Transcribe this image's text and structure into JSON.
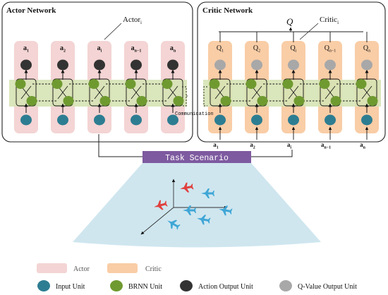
{
  "colors": {
    "actor_column": "#f4d4d4",
    "critic_column": "#f9cda6",
    "brnn_band": "#d6e3b5",
    "input_unit": "#2d7d92",
    "brnn_unit": "#6f9a30",
    "action_output": "#333333",
    "q_output": "#a8a8a8",
    "task_bar": "#7e5aa0",
    "scenario_fan": "#cfe6ef",
    "plane_red": "#e0403e",
    "plane_blue": "#3fa6d6"
  },
  "actor_network": {
    "title": "Actor Network",
    "callout_label": "Actor",
    "callout_sub": "i",
    "outputs": [
      {
        "main": "a",
        "sub": "1"
      },
      {
        "main": "a",
        "sub": "2"
      },
      {
        "main": "a",
        "sub": "i"
      },
      {
        "main": "a",
        "sub": "n−1"
      },
      {
        "main": "a",
        "sub": "n"
      }
    ],
    "communication_label": "Communication"
  },
  "critic_network": {
    "title": "Critic Network",
    "q_label": "Q",
    "callout_label": "Critic",
    "callout_sub": "i",
    "outputs": [
      {
        "main": "Q",
        "sub": "1"
      },
      {
        "main": "Q",
        "sub": "2"
      },
      {
        "main": "Q",
        "sub": "i"
      },
      {
        "main": "Q",
        "sub": "n−1"
      },
      {
        "main": "Q",
        "sub": "n"
      }
    ],
    "inputs": [
      {
        "main": "a",
        "sub": "1"
      },
      {
        "main": "a",
        "sub": "2"
      },
      {
        "main": "a",
        "sub": "i"
      },
      {
        "main": "a",
        "sub": "n−1"
      },
      {
        "main": "a",
        "sub": "n"
      }
    ]
  },
  "task": {
    "label": "Task Scenario"
  },
  "legend": {
    "actor": "Actor",
    "critic": "Critic",
    "input_unit": "Input Unit",
    "brnn_unit": "BRNN Unit",
    "action_output_unit": "Action Output Unit",
    "q_output_unit": "Q-Value Output Unit"
  }
}
